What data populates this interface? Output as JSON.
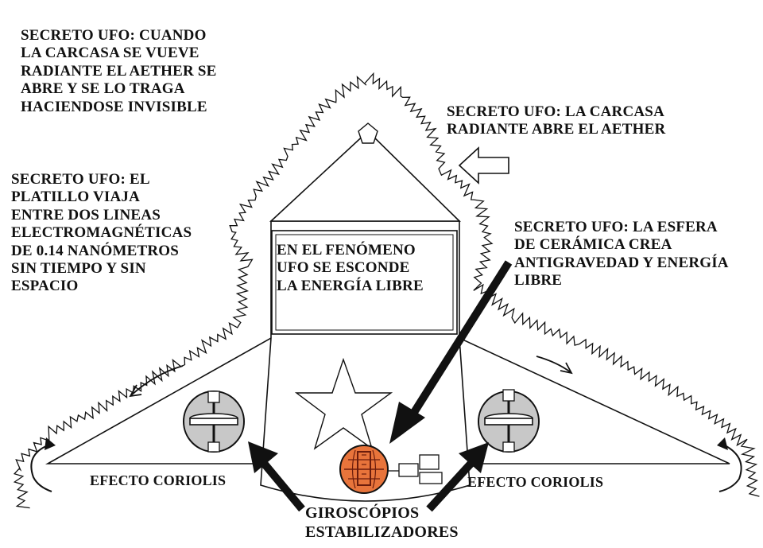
{
  "labels": {
    "top_left": "SECRETO UFO: CUANDO\nLA CARCASA SE VUEVE\nRADIANTE EL AETHER SE\nABRE Y SE LO TRAGA\nHACIENDOSE INVISIBLE",
    "top_right": "SECRETO UFO: LA CARCASA\nRADIANTE ABRE EL AETHER",
    "left": "SECRETO UFO: EL\nPLATILLO VIAJA\nENTRE DOS LINEAS\nELECTROMAGNÉTICAS\nDE 0.14 NANÓMETROS\nSIN TIEMPO Y SIN\nESPACIO",
    "right": "SECRETO UFO: LA ESFERA\nDE CERÁMICA CREA\nANTIGRAVEDAD Y ENERGÍA\nLIBRE",
    "center_box": "EN EL FENÓMENO\nUFO SE ESCONDE\nLA ENERGÍA LIBRE",
    "coriolis_left": "EFECTO CORIOLIS",
    "coriolis_right": "EFECTO CORIOLIS",
    "gyro": "GIROSCÓPIOS\nESTABILIZADORES"
  },
  "colors": {
    "ink": "#111111",
    "gyro_fill": "#c8c8c8",
    "sphere_fill": "#e8743b",
    "sphere_ink": "#6b1c0c"
  }
}
